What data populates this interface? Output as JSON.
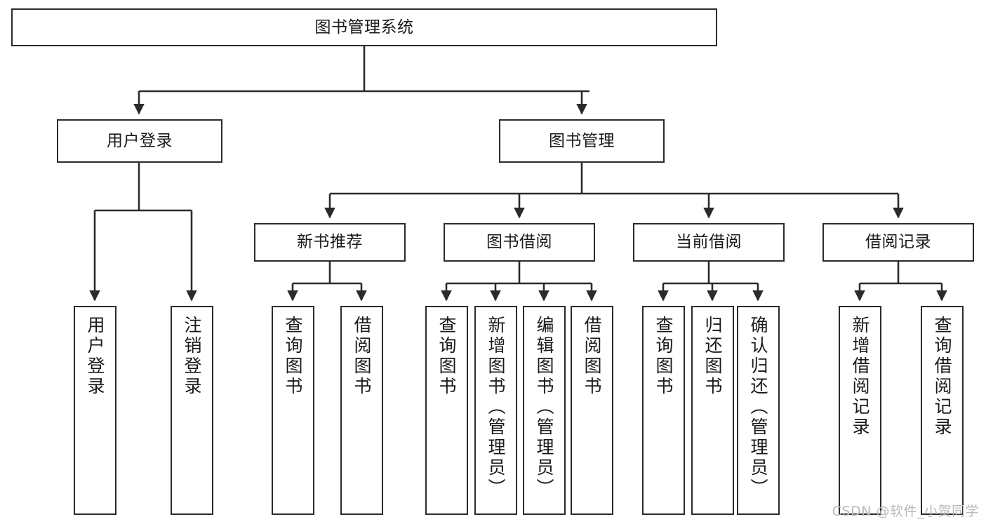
{
  "diagram": {
    "title": "图书管理系统",
    "type": "tree",
    "watermark": "CSDN @软件_小贺同学",
    "colors": {
      "box_stroke": "#2b2b2b",
      "box_fill": "#ffffff",
      "edge": "#2b2b2b",
      "text": "#1a1a1a",
      "watermark": "#b9b9b9",
      "background": "#ffffff"
    },
    "nodes": {
      "root": {
        "label": "图书管理系统"
      },
      "level2": [
        {
          "label": "用户登录"
        },
        {
          "label": "图书管理"
        }
      ],
      "level3": [
        {
          "label": "新书推荐"
        },
        {
          "label": "图书借阅"
        },
        {
          "label": "当前借阅"
        },
        {
          "label": "借阅记录"
        }
      ],
      "leaves": {
        "user_login": [
          {
            "label": "用户登录"
          },
          {
            "label": "注销登录"
          }
        ],
        "new_book": [
          {
            "label": "查询图书"
          },
          {
            "label": "借阅图书"
          }
        ],
        "book_borrow": [
          {
            "label": "查询图书"
          },
          {
            "label": "新增图书（管理员）"
          },
          {
            "label": "编辑图书（管理员）"
          },
          {
            "label": "借阅图书"
          }
        ],
        "current_borrow": [
          {
            "label": "查询图书"
          },
          {
            "label": "归还图书"
          },
          {
            "label": "确认归还（管理员）"
          }
        ],
        "borrow_record": [
          {
            "label": "新增借阅记录"
          },
          {
            "label": "查询借阅记录"
          }
        ]
      }
    }
  }
}
